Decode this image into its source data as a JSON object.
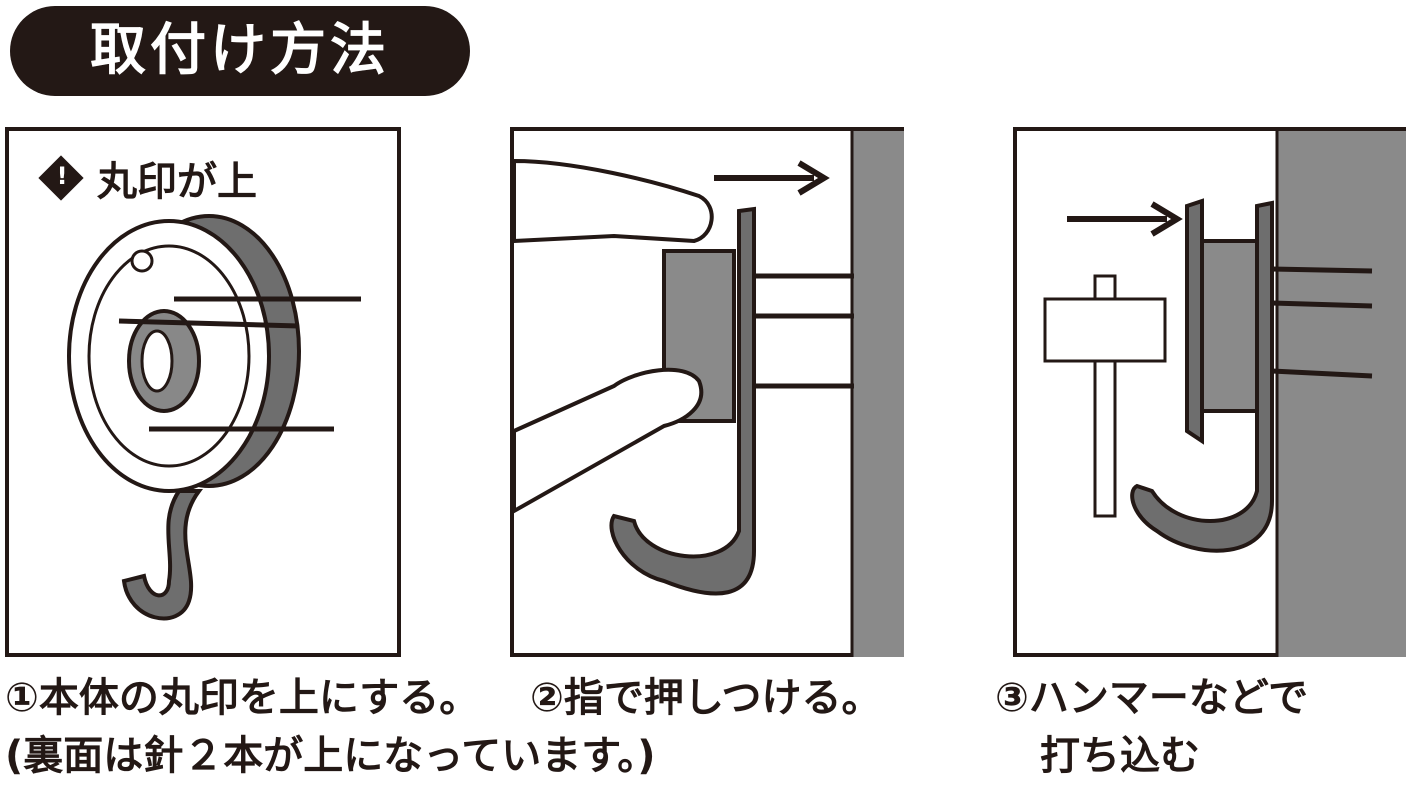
{
  "title": "取付け方法",
  "panel1": {
    "warning_label": "丸印が上",
    "warning_icon": "exclamation-diamond-icon"
  },
  "captions": {
    "step1": "①本体の丸印を上にする。",
    "step1_note": "(裏面は針２本が上になっています。)",
    "step2": "②指で押しつける。",
    "step3_line1": "③ハンマーなどで",
    "step3_line2": "打ち込む"
  },
  "colors": {
    "ink": "#231815",
    "wall": "#8a8a8a",
    "hook": "#6e6e6e"
  }
}
